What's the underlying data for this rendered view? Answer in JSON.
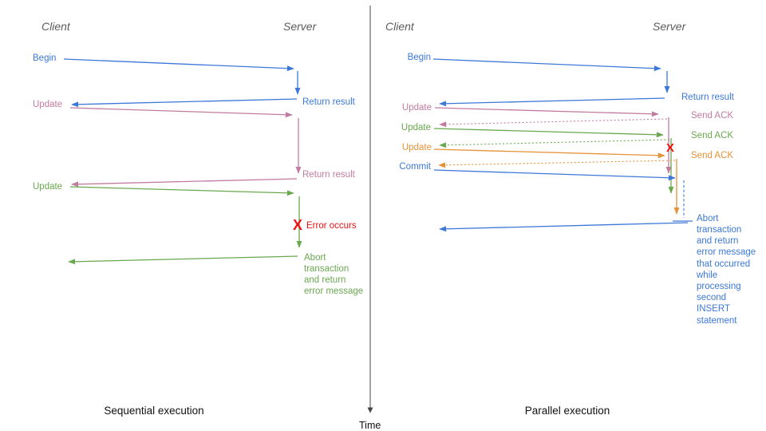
{
  "colors": {
    "blue": "#3c78d8",
    "pink": "#c27ba0",
    "green": "#6aa84f",
    "orange": "#e69138",
    "red": "#ee1111",
    "header_gray": "#5b5b5b",
    "caption": "#111111",
    "axis": "#444444"
  },
  "time_axis": {
    "label": "Time"
  },
  "left_panel": {
    "caption": "Sequential execution",
    "client_header": "Client",
    "server_header": "Server",
    "labels": {
      "begin": "Begin",
      "update1": "Update",
      "update2": "Update"
    },
    "server_texts": {
      "return1": "Return result",
      "return2": "Return result",
      "error": "Error occurs",
      "abort_lines": [
        "Abort",
        "transaction",
        "and return",
        "error message"
      ]
    },
    "error_mark": "X"
  },
  "right_panel": {
    "caption": "Parallel execution",
    "client_header": "Client",
    "server_header": "Server",
    "labels": {
      "begin": "Begin",
      "update1": "Update",
      "update2": "Update",
      "update3": "Update",
      "commit": "Commit"
    },
    "server_texts": {
      "return1": "Return result",
      "ack1": "Send ACK",
      "ack2": "Send ACK",
      "ack3": "Send ACK",
      "abort_lines": [
        "Abort",
        "transaction",
        "and return",
        "error message",
        "that occurred",
        "while",
        "processing",
        "second",
        "INSERT",
        "statement"
      ]
    },
    "error_mark": "X"
  }
}
